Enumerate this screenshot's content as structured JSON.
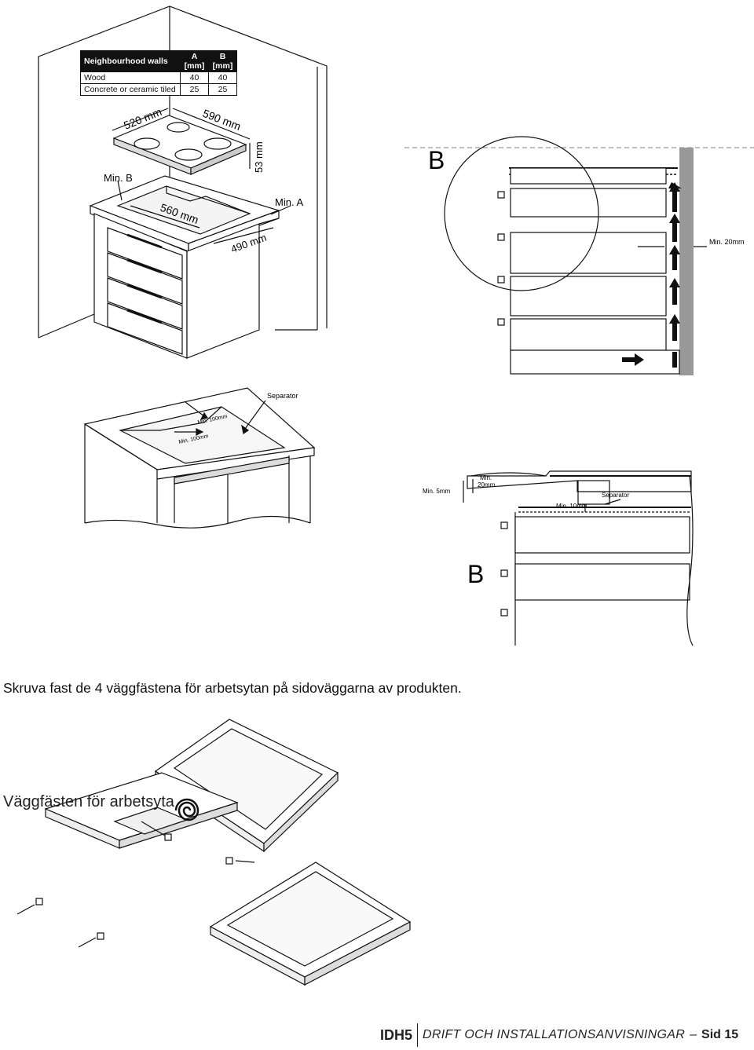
{
  "fig1": {
    "table": {
      "headers": [
        "Neighbourhood walls",
        "A [mm]",
        "B [mm]"
      ],
      "rows": [
        [
          "Wood",
          "40",
          "40"
        ],
        [
          "Concrete or ceramic tiled",
          "25",
          "25"
        ]
      ]
    },
    "dim_width": "520 mm",
    "dim_depth": "590 mm",
    "dim_height": "53 mm",
    "cutout_width": "560 mm",
    "cutout_depth": "490 mm",
    "min_a": "Min. A",
    "min_b": "Min. B"
  },
  "fig2": {
    "letter": "B",
    "min_gap": "Min. 20mm"
  },
  "fig3": {
    "separator": "Separator",
    "min_100_a": "Min. 100mm",
    "min_100_b": "Min. 100mm"
  },
  "fig4": {
    "letter": "B",
    "min_5": "Min. 5mm",
    "min_20_line1": "Min.",
    "min_20_line2": "20mm",
    "separator": "Separator",
    "min_10": "Min. 10mm"
  },
  "instruction": "Skruva fast de 4 väggfästena för arbetsytan på sidoväggarna av produkten.",
  "bracket_label": "Väggfästen för arbetsyta",
  "footer": {
    "model": "IDH5",
    "title": "DRIFT OCH INSTALLATIONSANVISNINGAR",
    "dash": "–",
    "page": "Sid 15"
  }
}
